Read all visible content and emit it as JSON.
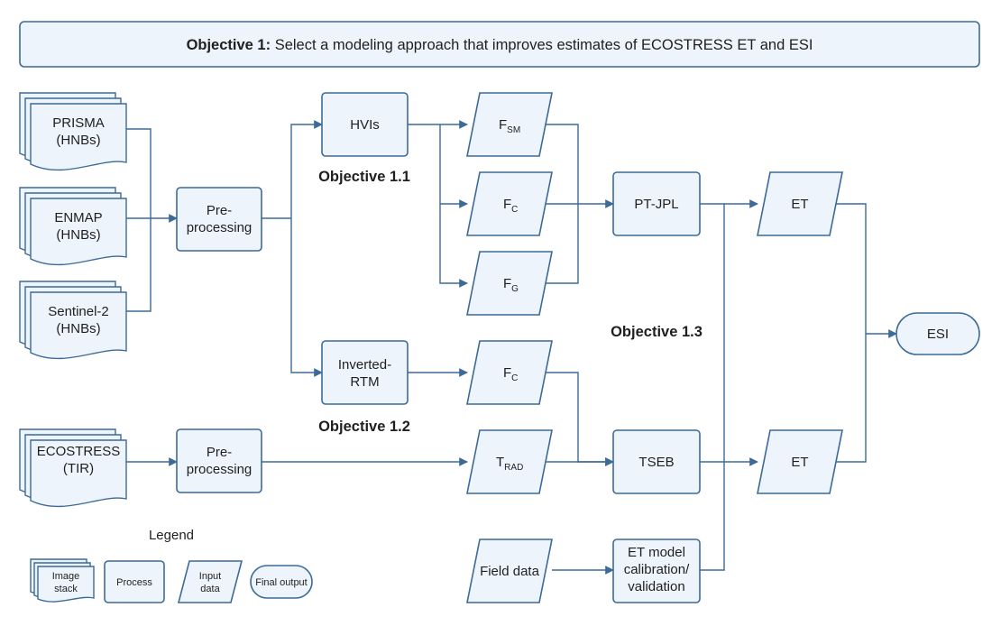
{
  "header": {
    "objective_bold": "Objective 1:",
    "objective_text": " Select a modeling approach that improves estimates of ECOSTRESS ET and ESI"
  },
  "inputs": {
    "prisma": [
      "PRISMA",
      "(HNBs)"
    ],
    "enmap": [
      "ENMAP",
      "(HNBs)"
    ],
    "sentinel": [
      "Sentinel-2",
      "(HNBs)"
    ],
    "ecostress": [
      "ECOSTRESS",
      "(TIR)"
    ]
  },
  "processes": {
    "preprocessing_top": [
      "Pre-",
      "processing"
    ],
    "preprocessing_bottom": [
      "Pre-",
      "processing"
    ],
    "hvis": "HVIs",
    "inverted_rtm": [
      "Inverted-",
      "RTM"
    ],
    "pt_jpl": "PT-JPL",
    "tseb": "TSEB",
    "et_calibration": [
      "ET model",
      "calibration/",
      "validation"
    ]
  },
  "data_nodes": {
    "f_sm": {
      "base": "F",
      "sub": "SM"
    },
    "f_c_top": {
      "base": "F",
      "sub": "C"
    },
    "f_g": {
      "base": "F",
      "sub": "G"
    },
    "f_c_bottom": {
      "base": "F",
      "sub": "C"
    },
    "t_rad": {
      "base": "T",
      "sub": "RAD"
    },
    "et_top": "ET",
    "et_bottom": "ET",
    "field_data": "Field data"
  },
  "final_output": "ESI",
  "objectives": {
    "o11": "Objective 1.1",
    "o12": "Objective 1.2",
    "o13": "Objective 1.3"
  },
  "legend": {
    "title": "Legend",
    "image_stack": [
      "Image",
      "stack"
    ],
    "process": "Process",
    "input_data": [
      "Input",
      "data"
    ],
    "final_output": "Final output"
  },
  "colors": {
    "stroke": "#3d6a97",
    "fill": "#edf4fb"
  }
}
